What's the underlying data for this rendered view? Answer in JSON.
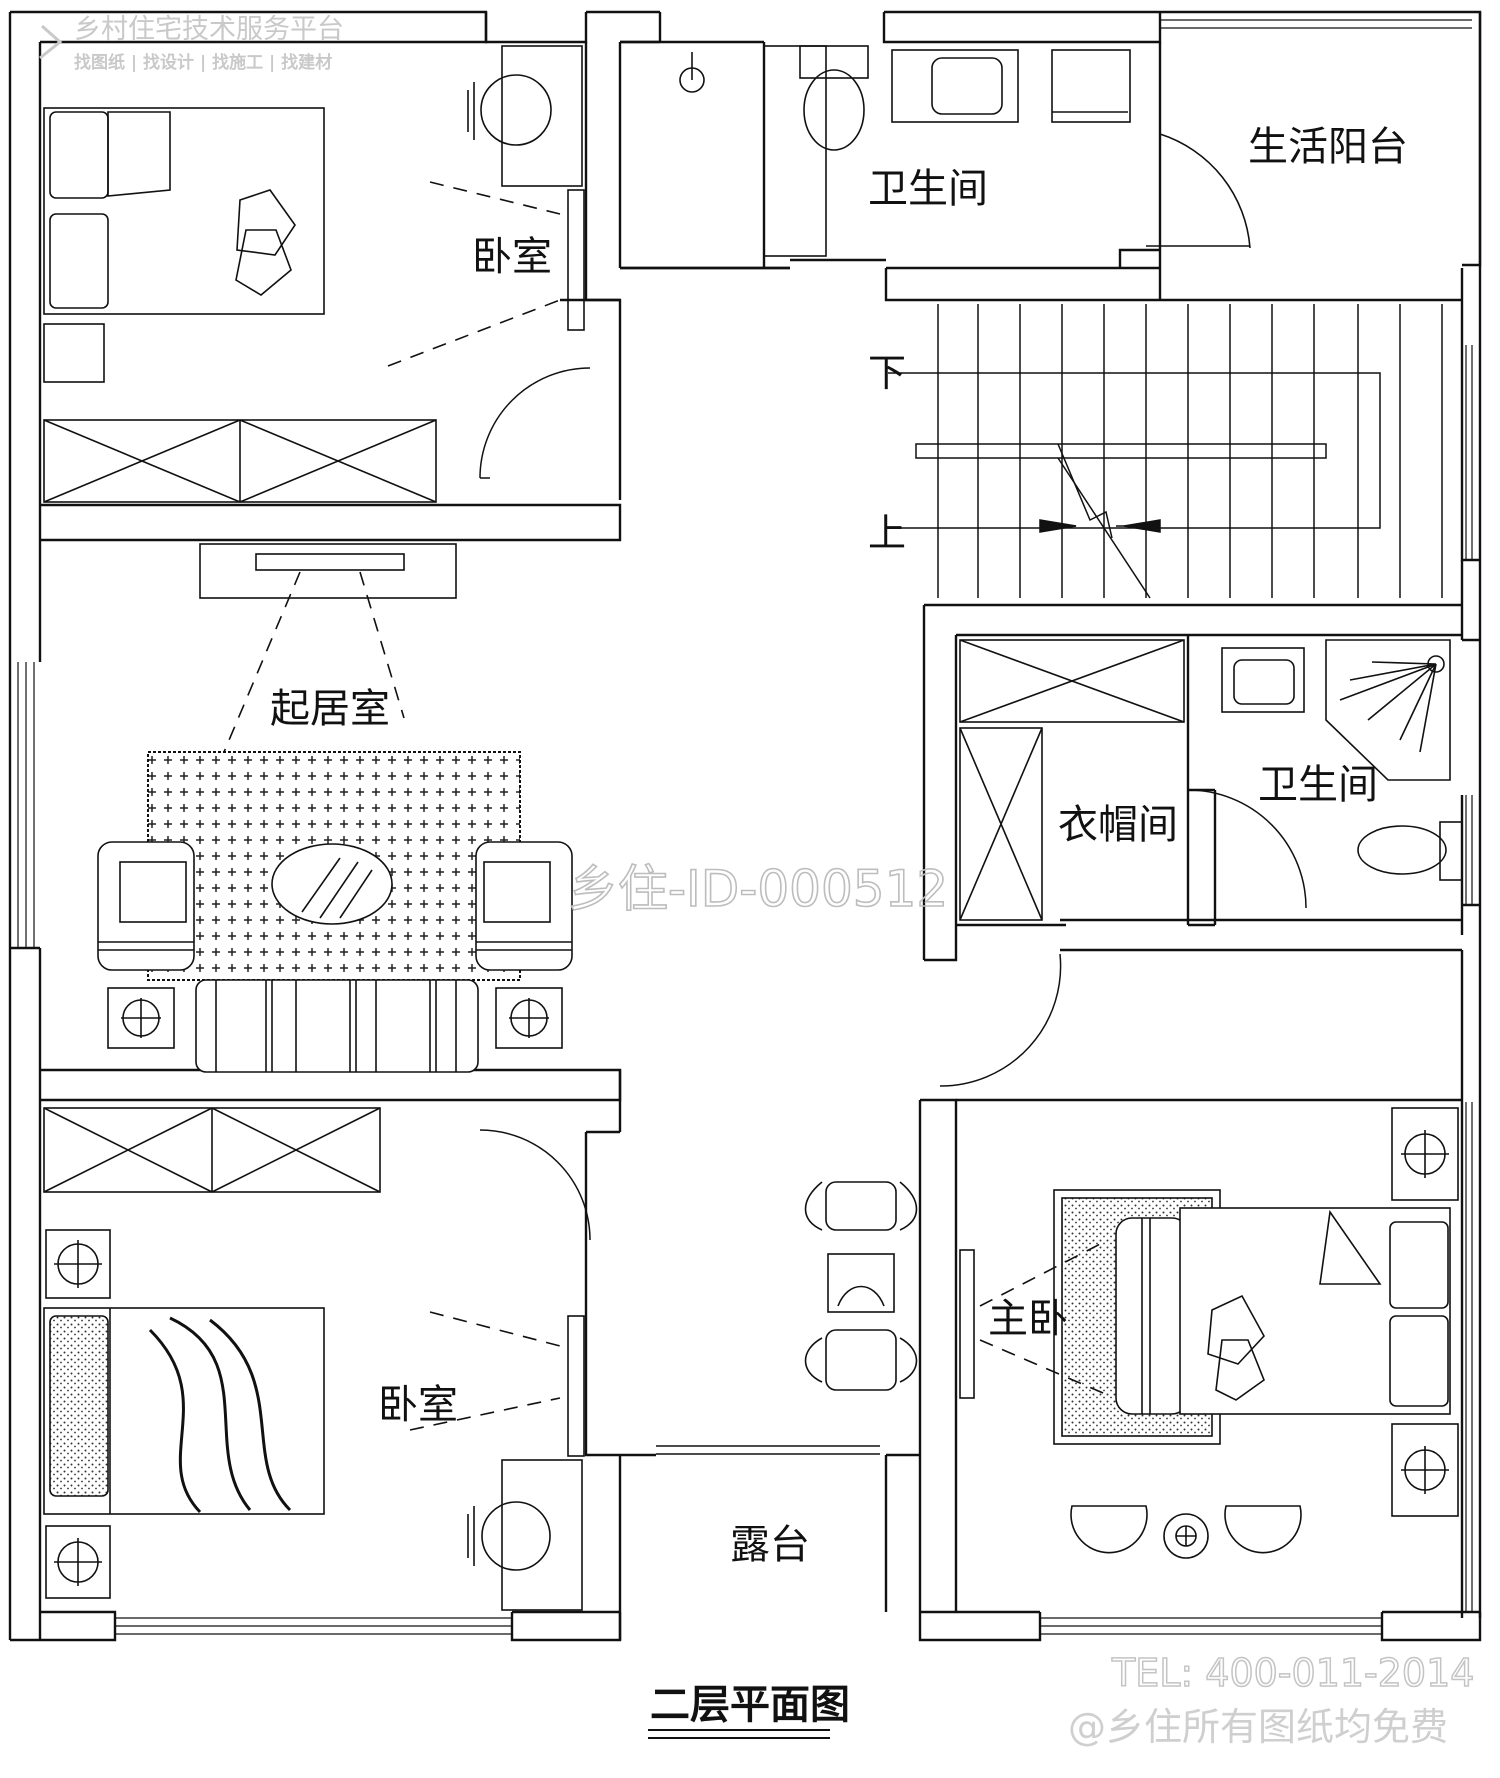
{
  "watermark": {
    "site_name": "乡村住宅技术服务平台",
    "site_links": "找图纸 | 找设计 | 找施工 | 找建材",
    "drawing_id": "乡住-ID-000512",
    "tel": "TEL: 400-011-2014",
    "free_notice": "@乡住所有图纸均免费"
  },
  "plan_title": "二层平面图",
  "rooms": {
    "bedroom_nw": "卧室",
    "bathroom_n": "卫生间",
    "service_balcony": "生活阳台",
    "living_room": "起居室",
    "wardrobe": "衣帽间",
    "bathroom_e": "卫生间",
    "bedroom_sw": "卧室",
    "master_bedroom": "主卧",
    "terrace": "露台"
  },
  "stairs": {
    "down_label": "下",
    "up_label": "上"
  }
}
